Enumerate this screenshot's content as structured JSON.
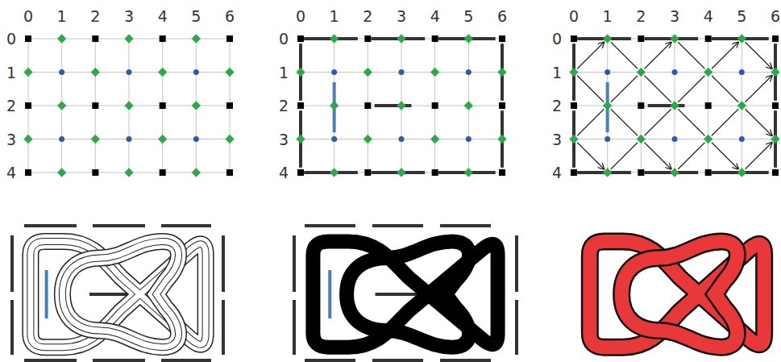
{
  "diagram": {
    "labels": [
      "0",
      "1",
      "2",
      "3",
      "4",
      "5",
      "6",
      "0",
      "1",
      "2",
      "3",
      "4",
      "0",
      "1",
      "2",
      "3",
      "4",
      "5",
      "6",
      "0",
      "1",
      "2",
      "3",
      "4",
      "0",
      "1",
      "2",
      "3",
      "4",
      "5",
      "6",
      "0",
      "1",
      "2",
      "3",
      "4"
    ]
  }
}
